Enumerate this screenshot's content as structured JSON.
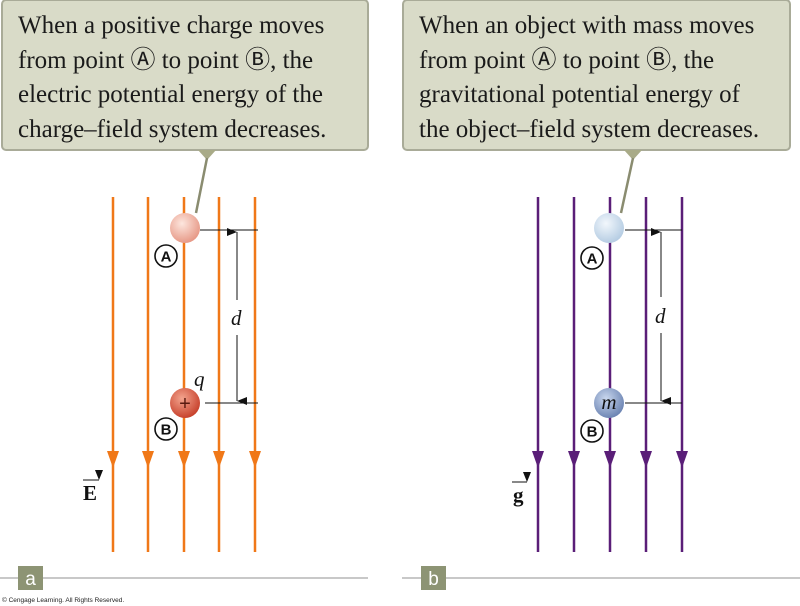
{
  "panel_a": {
    "callout_lines": [
      "When a positive charge moves",
      "from point Ⓐ to point Ⓑ, the",
      "electric potential energy of the",
      "charge–field system decreases."
    ],
    "point_a": "A",
    "point_b": "B",
    "distance_label": "d",
    "charge_label": "q",
    "charge_sign": "+",
    "field_label": "E",
    "panel_label": "a",
    "field_color": "#f07818"
  },
  "panel_b": {
    "callout_lines": [
      "When an object with mass moves",
      "from point Ⓐ to point Ⓑ, the",
      "gravitational potential energy of",
      "the object–field system decreases."
    ],
    "point_a": "A",
    "point_b": "B",
    "distance_label": "d",
    "mass_label": "m",
    "field_label": "g",
    "panel_label": "b",
    "field_color": "#5a1e78"
  },
  "copyright": "© Cengage Learning. All Rights Reserved."
}
